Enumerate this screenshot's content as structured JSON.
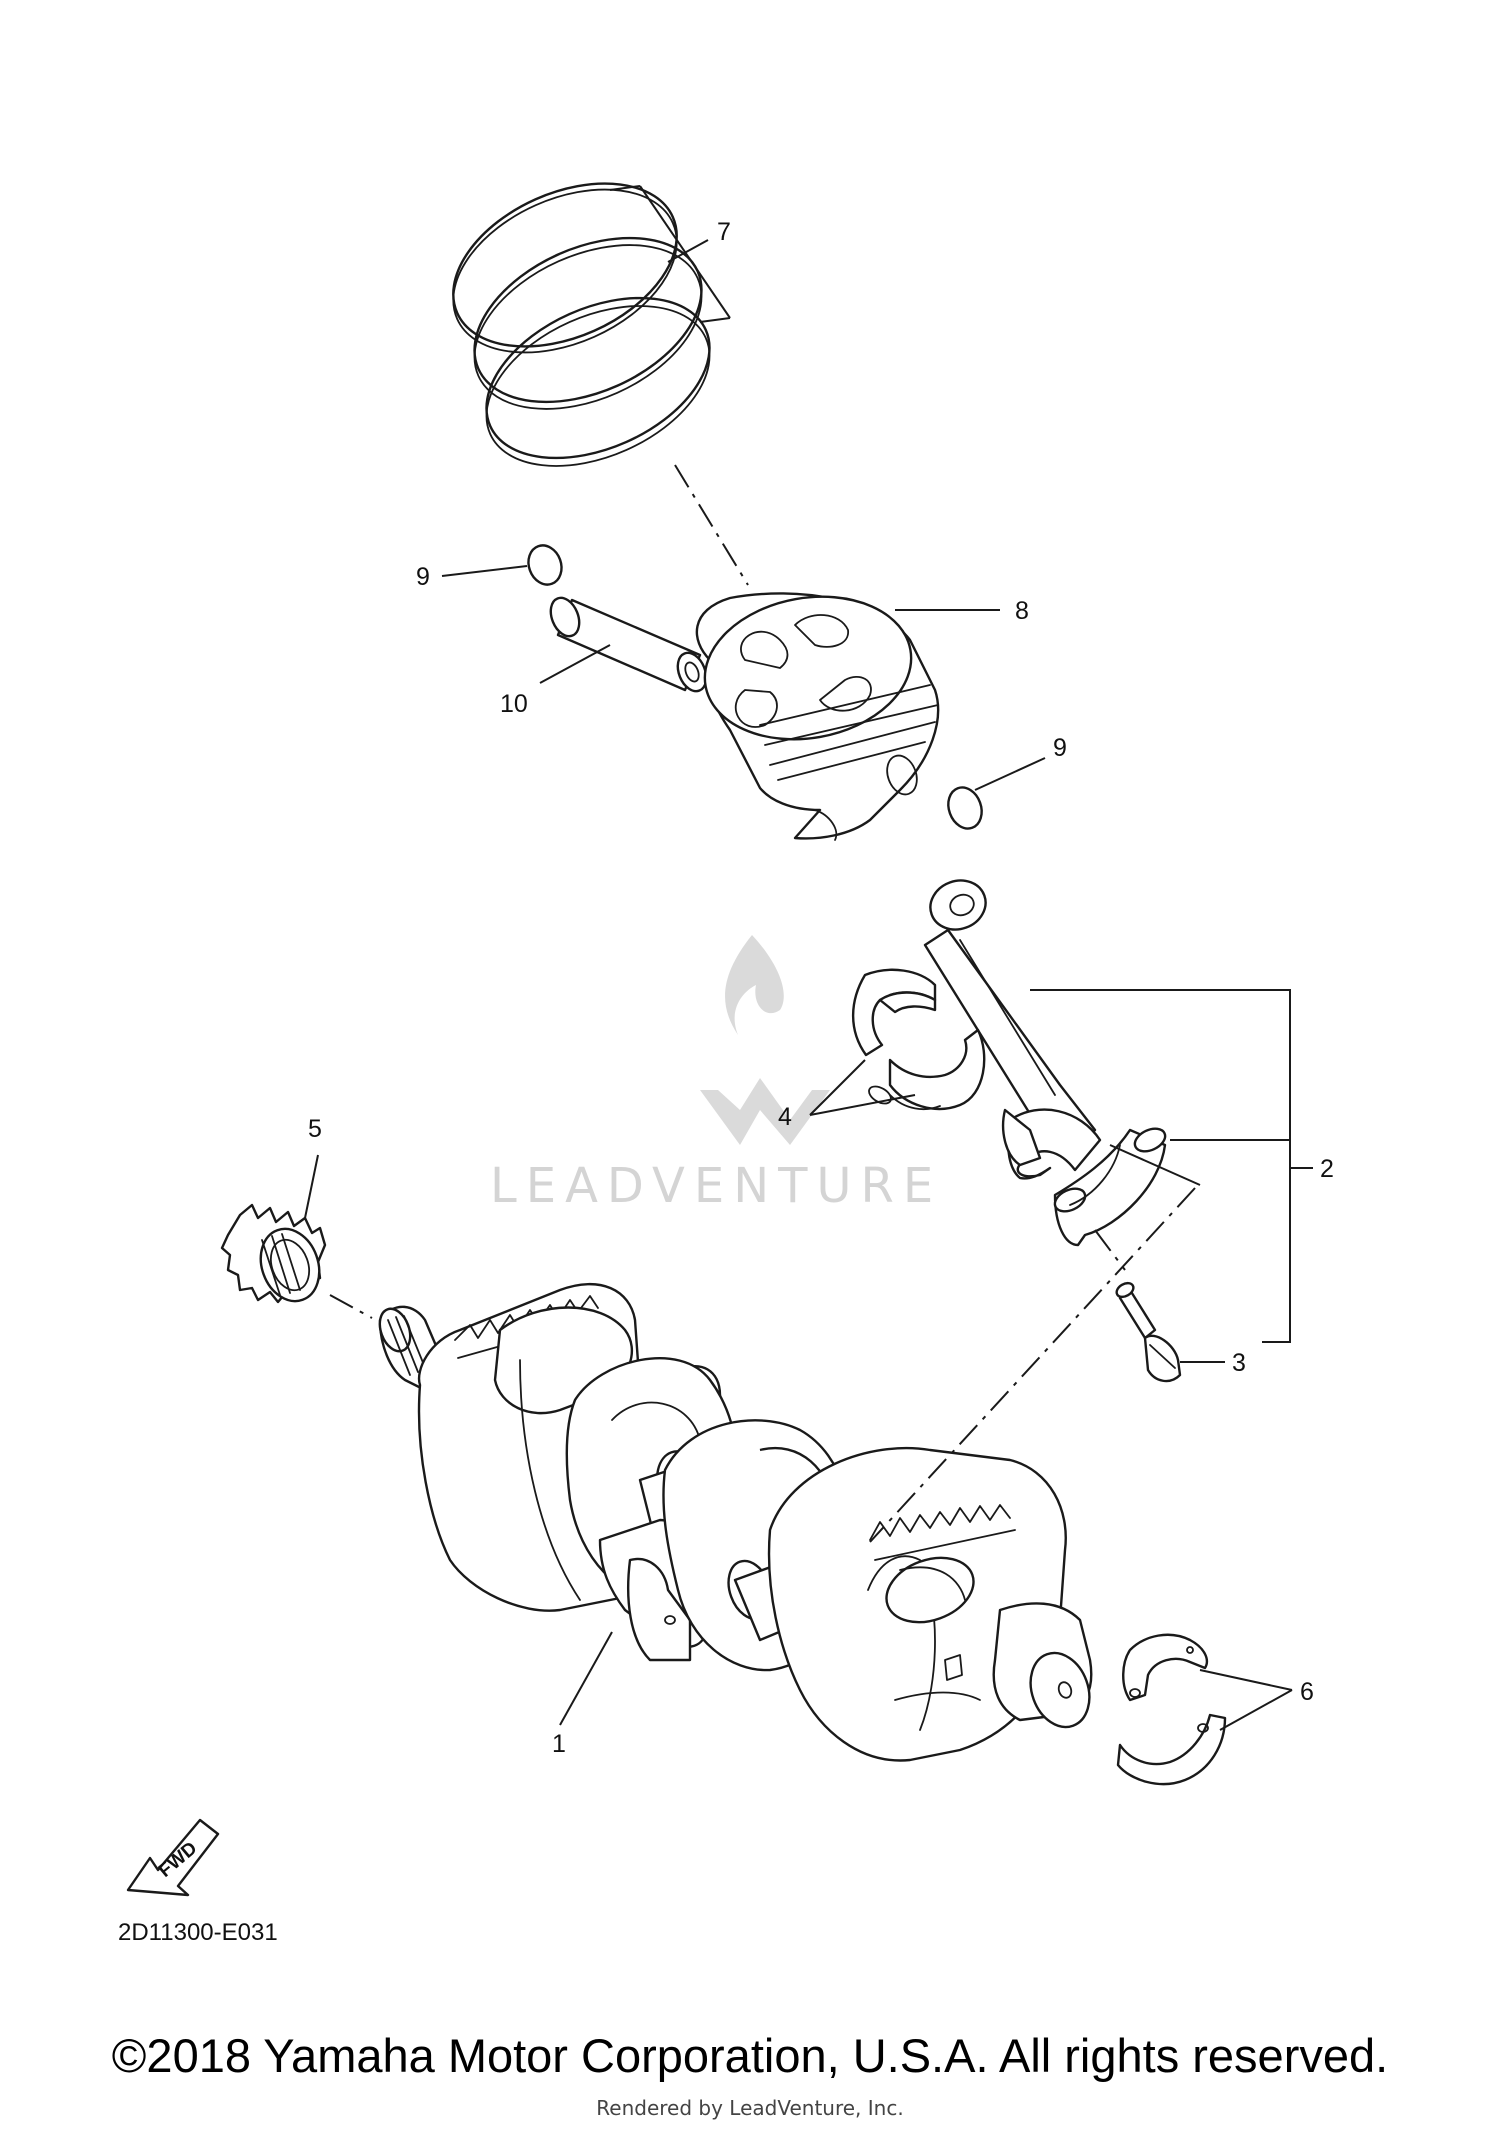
{
  "diagram": {
    "callouts": [
      "1",
      "2",
      "3",
      "4",
      "5",
      "6",
      "7",
      "8",
      "9",
      "9",
      "10"
    ],
    "part_code": "2D11300-E031",
    "fwd_label": "FWD",
    "watermark": "LEADVENTURE"
  },
  "footer": {
    "copyright": "©2018 Yamaha Motor Corporation, U.S.A. All rights reserved.",
    "rendered_by": "Rendered by LeadVenture, Inc."
  }
}
